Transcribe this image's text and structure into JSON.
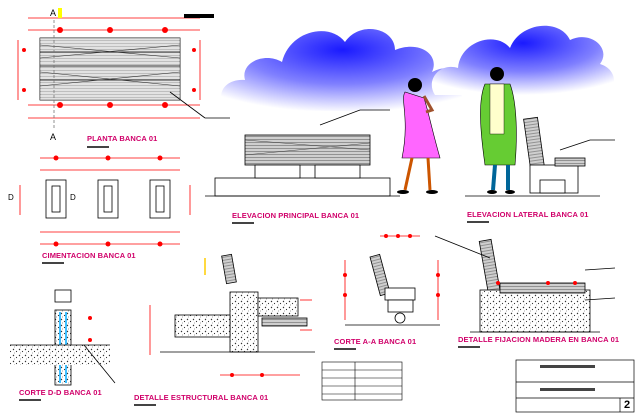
{
  "titles": {
    "planta": "PLANTA BANCA 01",
    "elevacion_principal": "ELEVACION PRINCIPAL BANCA 01",
    "elevacion_lateral": "ELEVACION LATERAL BANCA 01",
    "cimentacion": "CIMENTACION BANCA 01",
    "corte_aa": "CORTE A-A BANCA 01",
    "detalle_fijacion": "DETALLE FIJACION MADERA EN BANCA 01",
    "corte_dd": "CORTE D-D BANCA 01",
    "detalle_estructural": "DETALLE ESTRUCTURAL BANCA 01"
  },
  "section_marks": {
    "a_top": "A",
    "a_bottom": "A",
    "d_left": "D",
    "d_right": "D"
  },
  "sheet_number": "2",
  "colors": {
    "title": "#d0006a",
    "dimension": "#ff0000",
    "cloud_blue": "#1a1aff",
    "dress_pink": "#ff66ff",
    "coat_green": "#66cc33"
  }
}
